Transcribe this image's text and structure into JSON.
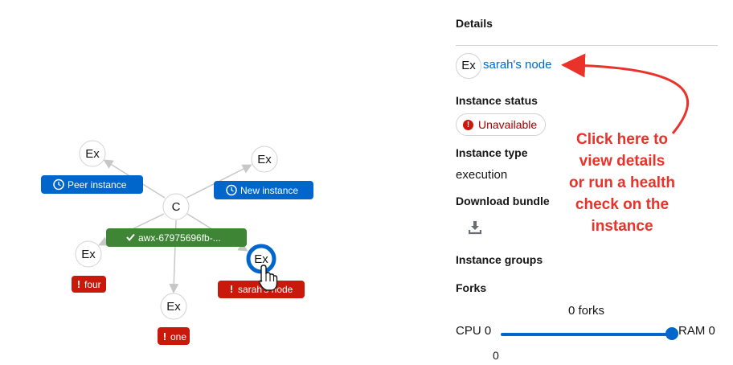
{
  "graph": {
    "nodes": {
      "top_left": "Ex",
      "top_right": "Ex",
      "center": "C",
      "left": "Ex",
      "selected": "Ex",
      "bottom": "Ex"
    },
    "badges": {
      "peer_instance": "Peer instance",
      "new_instance": "New instance",
      "awx": "awx-67975696fb-...",
      "four": "four",
      "sarahs_node": "sarah's node",
      "one": "one"
    },
    "badge_colors": {
      "blue": "#0066cc",
      "green": "#3e8635",
      "red": "#c9190b"
    }
  },
  "details": {
    "heading": "Details",
    "node_icon": "Ex",
    "node_name": "sarah's node",
    "instance_status_label": "Instance status",
    "instance_status_value": "Unavailable",
    "instance_type_label": "Instance type",
    "instance_type_value": "execution",
    "download_bundle_label": "Download bundle",
    "instance_groups_label": "Instance groups",
    "forks_label": "Forks",
    "forks_value": "0 forks",
    "cpu_label": "CPU 0",
    "ram_label": "RAM 0",
    "slider_value": "0"
  },
  "annotation": {
    "lines": [
      "Click here to",
      "view details",
      "or run a health",
      "check on the",
      "instance"
    ],
    "color": "#e8322a"
  }
}
